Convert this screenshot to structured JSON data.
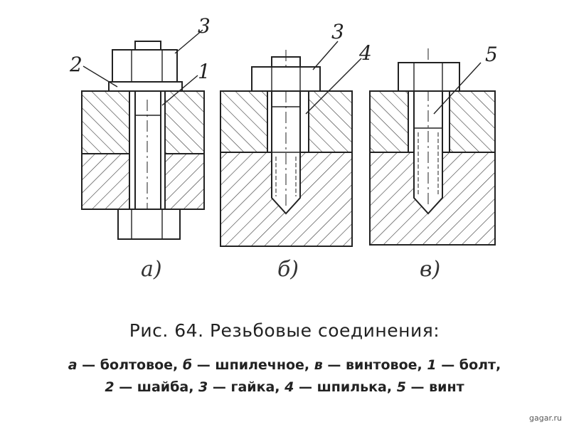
{
  "labels": {
    "a_bolt": "1",
    "a_washer": "2",
    "a_nut": "3",
    "b_nut": "3",
    "b_stud": "4",
    "c_screw": "5"
  },
  "subfigures": {
    "a": "а)",
    "b": "б)",
    "c": "в)"
  },
  "caption": {
    "title": "Рис. 64. Резьбовые соединения:",
    "line1": [
      {
        "key": "а",
        "text": " — болтовое, "
      },
      {
        "key": "б",
        "text": " — шпилечное, "
      },
      {
        "key": "в",
        "text": " — винтовое, "
      },
      {
        "key": "1",
        "text": " — болт,"
      }
    ],
    "line2": [
      {
        "key": "2",
        "text": " — шайба, "
      },
      {
        "key": "3",
        "text": " — гайка, "
      },
      {
        "key": "4",
        "text": " — шпилька, "
      },
      {
        "key": "5",
        "text": " — винт"
      }
    ]
  },
  "watermark": "gagar.ru",
  "colors": {
    "ink": "#222222",
    "paper": "#ffffff"
  }
}
